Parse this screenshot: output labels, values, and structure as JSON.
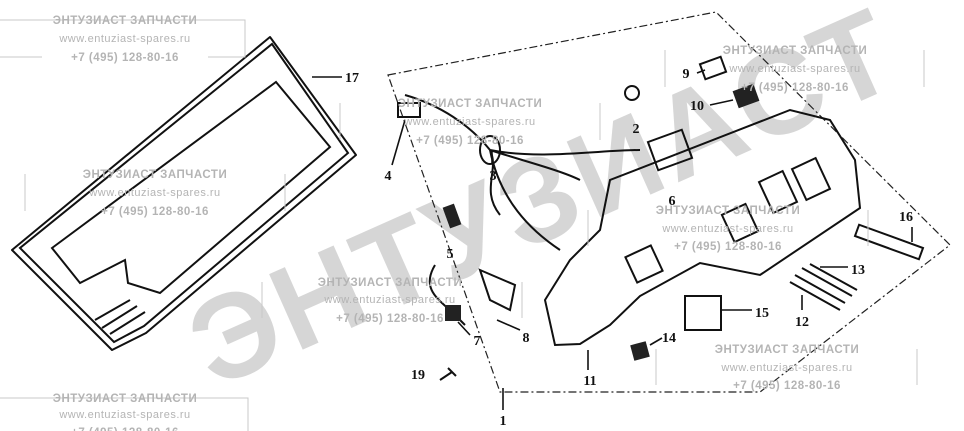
{
  "title": "Electrical harness and switch panel parts diagram",
  "watermark": {
    "company": "ЭНТУЗИАСТ ЗАПЧАСТИ",
    "website": "www.entuziast-spares.ru",
    "phone": "+7 (495) 128-80-16",
    "big_text": "ЭНТУЗИАСТ"
  },
  "part_labels": [
    "1",
    "2",
    "3",
    "4",
    "5",
    "6",
    "7",
    "8",
    "9",
    "10",
    "11",
    "12",
    "13",
    "14",
    "15",
    "16",
    "17",
    "19"
  ]
}
